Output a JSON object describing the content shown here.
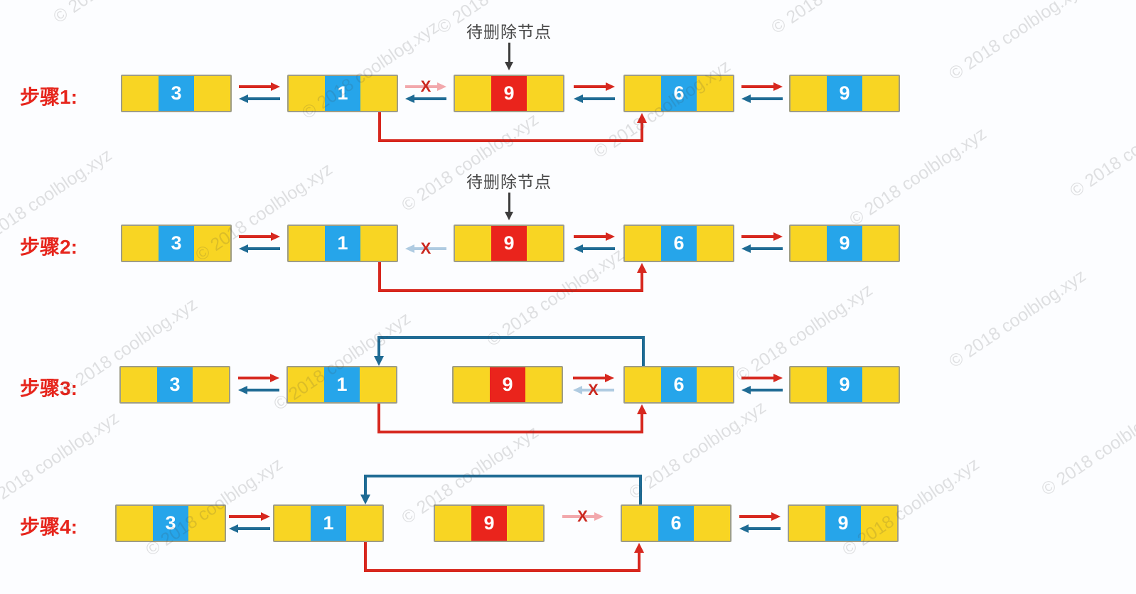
{
  "page": {
    "background": "#FCFDFF"
  },
  "watermark": {
    "text": "© 2018 coolblog.xyz"
  },
  "pending_label": "待删除节点",
  "colors": {
    "yellow_cell": "#F8D523",
    "blue_cell": "#26A5EA",
    "red_cell": "#EA241C",
    "red_arrow": "#D7281F",
    "blue_arrow": "#1F6B94",
    "faded_red_arrow": "#F2A8AC",
    "faded_blue_arrow": "#AFCBE1",
    "x_mark": "#CB281F",
    "step_label_red": "#E6251C",
    "pending_text_gray": "#484848",
    "pending_arrow_gray": "#3C3C3C",
    "node_border": "#9E9D86"
  },
  "steps": [
    {
      "label": "步骤1:",
      "values": [
        3,
        1,
        9,
        6,
        9
      ],
      "delete_index": 2,
      "pending": true,
      "gaps": [
        {
          "right": "solid",
          "left": "solid"
        },
        {
          "right": "deleted",
          "left": "solid"
        },
        {
          "right": "solid",
          "left": "solid"
        },
        {
          "right": "solid",
          "left": "solid"
        }
      ],
      "curves": {
        "red_under": true,
        "blue_over": false
      }
    },
    {
      "label": "步骤2:",
      "values": [
        3,
        1,
        9,
        6,
        9
      ],
      "delete_index": 2,
      "pending": true,
      "gaps": [
        {
          "right": "solid",
          "left": "solid"
        },
        {
          "right": "none",
          "left": "deleted"
        },
        {
          "right": "solid",
          "left": "solid"
        },
        {
          "right": "solid",
          "left": "solid"
        }
      ],
      "curves": {
        "red_under": true,
        "blue_over": false
      }
    },
    {
      "label": "步骤3:",
      "values": [
        3,
        1,
        9,
        6,
        9
      ],
      "delete_index": 2,
      "pending": false,
      "gaps": [
        {
          "right": "solid",
          "left": "solid"
        },
        {
          "right": "none",
          "left": "none"
        },
        {
          "right": "solid",
          "left": "deleted"
        },
        {
          "right": "solid",
          "left": "solid"
        }
      ],
      "curves": {
        "red_under": true,
        "blue_over": true
      }
    },
    {
      "label": "步骤4:",
      "values": [
        3,
        1,
        9,
        6,
        9
      ],
      "delete_index": 2,
      "pending": false,
      "gaps": [
        {
          "right": "solid",
          "left": "solid"
        },
        {
          "right": "none",
          "left": "none"
        },
        {
          "right": "deleted",
          "left": "none"
        },
        {
          "right": "solid",
          "left": "solid"
        }
      ],
      "curves": {
        "red_under": true,
        "blue_over": true
      }
    }
  ]
}
